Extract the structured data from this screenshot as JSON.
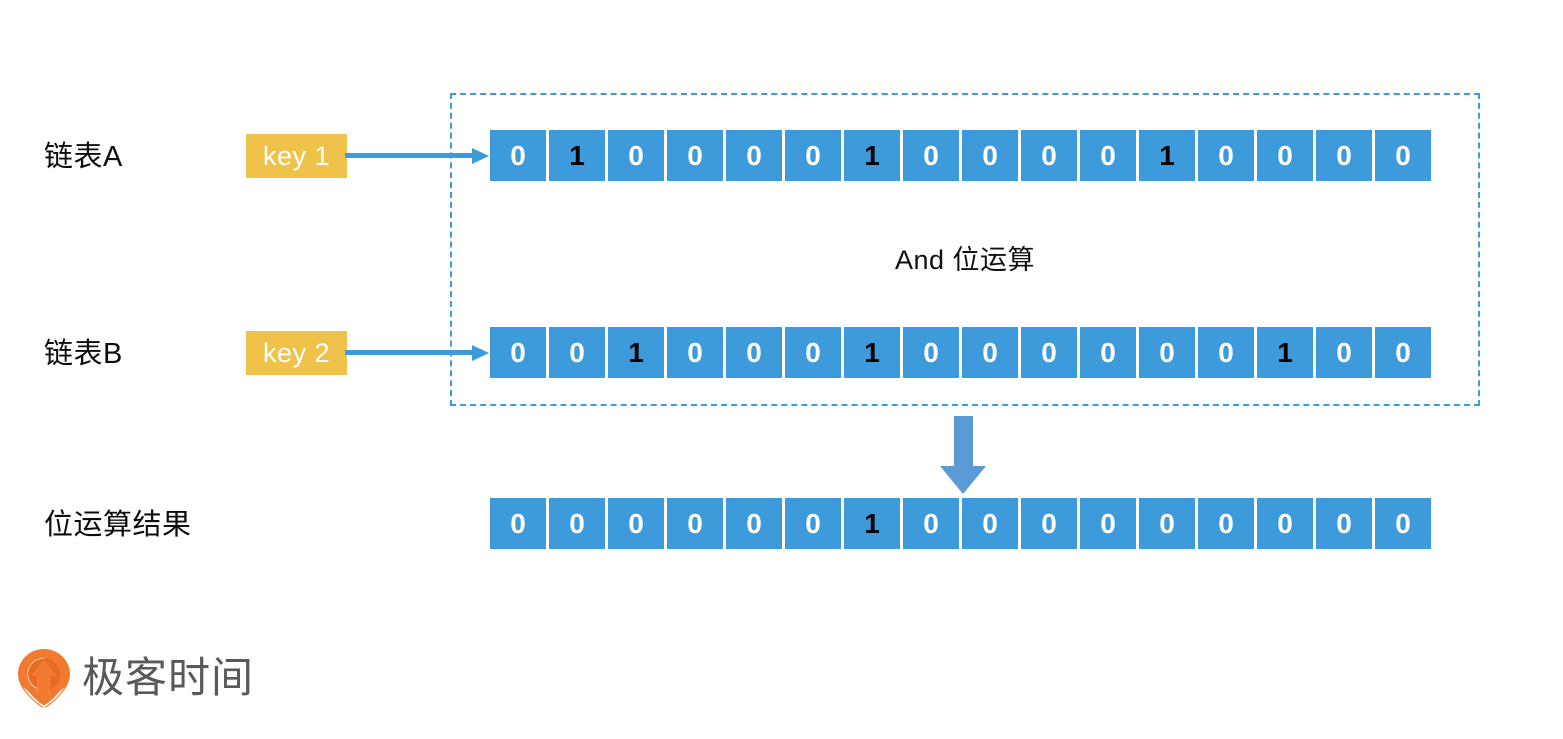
{
  "diagram": {
    "title_text": "And 位运算",
    "dashed_group_label": "bitwise-and-operands-group",
    "accent_blue": "#3D9BDC",
    "arrow_blue": "#5B9BD5",
    "key_gold": "#EFC24A",
    "one_digit_color": "#000000",
    "zero_digit_color": "#FFFFFF"
  },
  "rows": {
    "a": {
      "label": "链表A",
      "key": "key 1",
      "bits": [
        "0",
        "1",
        "0",
        "0",
        "0",
        "0",
        "1",
        "0",
        "0",
        "0",
        "0",
        "1",
        "0",
        "0",
        "0",
        "0"
      ]
    },
    "b": {
      "label": "链表B",
      "key": "key 2",
      "bits": [
        "0",
        "0",
        "1",
        "0",
        "0",
        "0",
        "1",
        "0",
        "0",
        "0",
        "0",
        "0",
        "0",
        "1",
        "0",
        "0"
      ]
    },
    "result": {
      "label": "位运算结果",
      "bits": [
        "0",
        "0",
        "0",
        "0",
        "0",
        "0",
        "1",
        "0",
        "0",
        "0",
        "0",
        "0",
        "0",
        "0",
        "0",
        "0"
      ]
    }
  },
  "brand": {
    "name": "极客时间",
    "mark_colors": {
      "outer": "#F07B30",
      "inner": "#EA6A24"
    }
  }
}
